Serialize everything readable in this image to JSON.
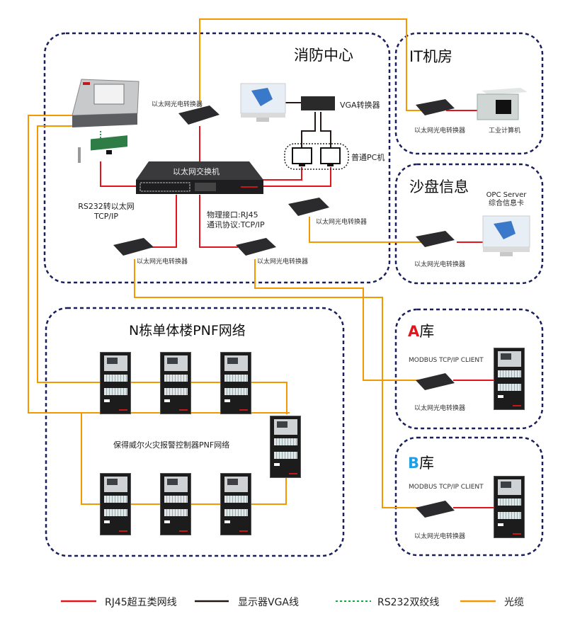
{
  "zones": {
    "fire_center": {
      "title": "消防中心"
    },
    "it_room": {
      "title": "IT机房"
    },
    "sand_table": {
      "title": "沙盘信息"
    },
    "pnf_network": {
      "title": "N栋单体楼PNF网络",
      "subtitle": "保得威尔火灾报警控制器PNF网络"
    },
    "warehouse_a": {
      "title_letter": "A",
      "title_suffix": "库",
      "client_label": "MODBUS TCP/IP CLIENT",
      "letter_color": "#e3141b"
    },
    "warehouse_b": {
      "title_letter": "B",
      "title_suffix": "库",
      "client_label": "MODBUS TCP/IP CLIENT",
      "letter_color": "#1ea0e6"
    }
  },
  "devices": {
    "media_converter_label": "以太网光电转换器",
    "ethernet_switch": "以太网交换机",
    "vga_converter": "VGA转换器",
    "pc_group": "普通PC机",
    "rs232_label": [
      "RS232转以太网",
      "TCP/IP"
    ],
    "interface_info": [
      "物理接口:RJ45",
      "通讯协议:TCP/IP"
    ],
    "industrial_pc": "工业计算机",
    "opc_server": [
      "OPC Server",
      "综合信息卡"
    ]
  },
  "legend": [
    {
      "label": "RJ45超五类网线",
      "color": "#e3141b",
      "style": "solid"
    },
    {
      "label": "显示器VGA线",
      "color": "#231815",
      "style": "solid"
    },
    {
      "label": "RS232双绞线",
      "color": "#22a04b",
      "style": "dashed"
    },
    {
      "label": "光缆",
      "color": "#f39800",
      "style": "solid"
    }
  ],
  "colors": {
    "zone_border": "#1a1f5c",
    "rj45": "#e3141b",
    "vga": "#231815",
    "rs232": "#22a04b",
    "fiber": "#f39800"
  }
}
